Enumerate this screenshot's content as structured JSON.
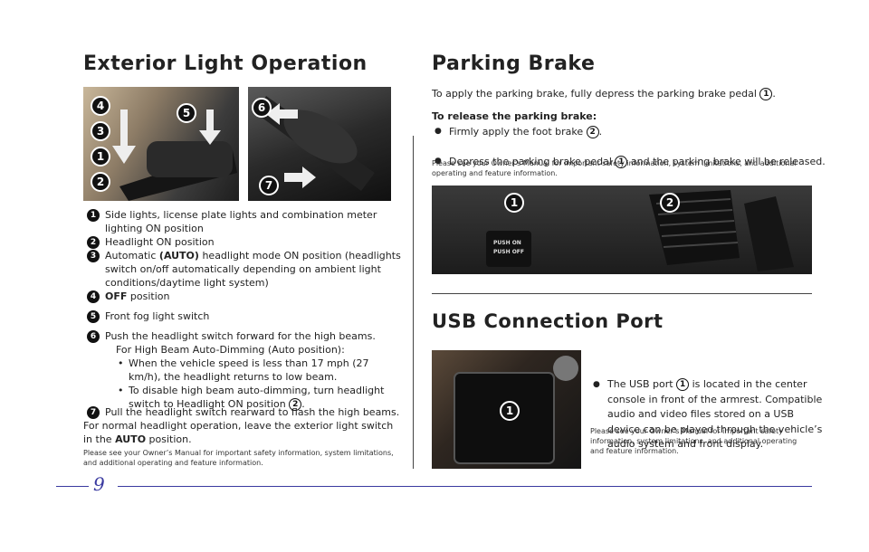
{
  "exterior": {
    "title": "Exterior Light Operation",
    "items": [
      {
        "n": "1",
        "text": "Side lights, license plate lights and combination meter lighting ON position"
      },
      {
        "n": "2",
        "text": "Headlight ON position"
      },
      {
        "n": "3",
        "pre": "Automatic ",
        "bold": "(AUTO)",
        "post": " headlight mode ON position (headlights switch on/off automatically depending on ambient light conditions/daytime light system)"
      },
      {
        "n": "4",
        "bold": "OFF",
        "post": " position"
      },
      {
        "n": "5",
        "text": "Front fog light switch"
      },
      {
        "n": "6",
        "text": "Push the headlight switch forward for the high beams.",
        "sub": "For High Beam Auto-Dimming (Auto position):",
        "b1": "When the vehicle speed is less than 17 mph (27 km/h), the headlight returns to low beam.",
        "b2": "To disable high beam auto-dimming, turn headlight switch to Headlight ON position"
      },
      {
        "n": "7",
        "text": "Pull the headlight switch rearward to flash the high beams."
      }
    ],
    "normal_pre": "For normal headlight operation, leave the exterior light switch in the",
    "normal_bold": "AUTO",
    "normal_post": " position.",
    "disclaimer": "Please see your Owner’s Manual for important safety information, system limitations, and additional operating and feature information.",
    "photo_callouts": [
      "4",
      "3",
      "1",
      "2",
      "5",
      "6",
      "7"
    ]
  },
  "parking": {
    "title": "Parking Brake",
    "intro": "To apply the parking brake, fully depress the parking brake pedal",
    "release_label": "To release the parking brake:",
    "step1": "Firmly apply the foot brake",
    "step2_pre": "Depress the parking brake pedal",
    "step2_post": "and the parking brake will be released.",
    "disclaimer": "Please see your Owner’s Manual for important safety information, system limitations, and additional operating and feature information.",
    "photo_label_1": "PUSH ON",
    "photo_label_2": "PUSH OFF"
  },
  "usb": {
    "title": "USB Connection Port",
    "text_pre": "The USB port",
    "text_post": "is located in the center console in front of the armrest. Compatible audio and video files stored on a USB device can be played through the vehicle’s audio system and front display.",
    "disclaimer": "Please see your Owner’s Manual for important safety information, system limitations, and additional operating and feature information."
  },
  "page_number": "9"
}
